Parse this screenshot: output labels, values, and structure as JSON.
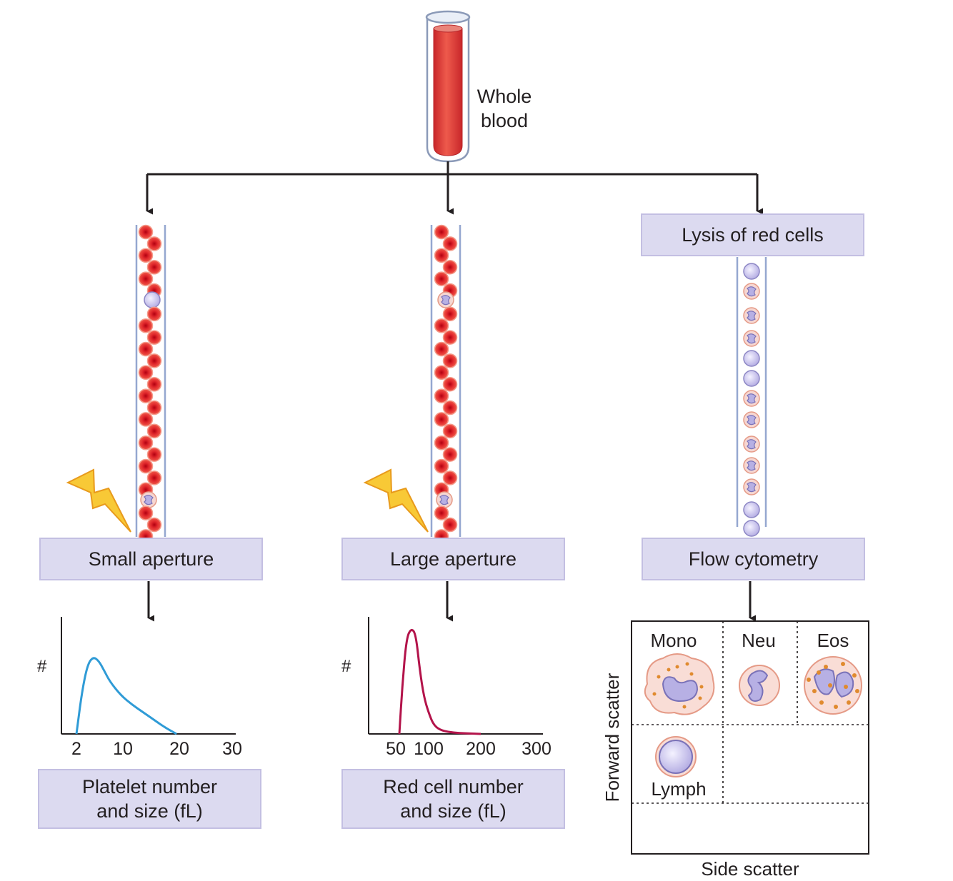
{
  "source_label": "Whole\nblood",
  "source_line1": "Whole",
  "source_line2": "blood",
  "branches": [
    {
      "process": "Small aperture",
      "output_line1": "Platelet number",
      "output_line2": "and size (fL)",
      "axis_symbol": "#",
      "x_ticks": [
        "2",
        "10",
        "20",
        "30"
      ]
    },
    {
      "process": "Large aperture",
      "output_line1": "Red cell number",
      "output_line2": "and size (fL)",
      "axis_symbol": "#",
      "x_ticks": [
        "50",
        "100",
        "200",
        "300"
      ]
    },
    {
      "pre_step": "Lysis of red cells",
      "process": "Flow cytometry",
      "scatter_x_label": "Side scatter",
      "scatter_y_label": "Forward scatter",
      "populations": [
        "Mono",
        "Neu",
        "Eos",
        "Lymph"
      ]
    }
  ],
  "colors": {
    "box_fill": "#dcdaf0",
    "red_cell": "#e0262b",
    "platelet_curve": "#2f9bd6",
    "red_cell_curve": "#b3134a",
    "white_cell": "#cfcaf0",
    "lightning": "#f7c531"
  },
  "chart_data": [
    {
      "type": "line",
      "title": "",
      "xlabel": "Platelet number and size (fL)",
      "ylabel": "#",
      "xlim": [
        0,
        30
      ],
      "x_ticks": [
        2,
        10,
        20,
        30
      ],
      "series": [
        {
          "x": [
            2,
            3,
            4,
            5,
            6,
            7,
            8,
            10,
            12,
            14,
            16,
            18,
            20
          ],
          "y": [
            0,
            0.55,
            0.9,
            1.0,
            0.95,
            0.82,
            0.68,
            0.5,
            0.38,
            0.28,
            0.18,
            0.08,
            0
          ]
        }
      ]
    },
    {
      "type": "line",
      "title": "",
      "xlabel": "Red cell number and size (fL)",
      "ylabel": "#",
      "xlim": [
        0,
        300
      ],
      "x_ticks": [
        50,
        100,
        200,
        300
      ],
      "series": [
        {
          "x": [
            50,
            55,
            62,
            70,
            78,
            85,
            92,
            100,
            110,
            125,
            150,
            200
          ],
          "y": [
            0,
            0.45,
            0.9,
            1.0,
            0.95,
            0.6,
            0.35,
            0.2,
            0.08,
            0.03,
            0.01,
            0
          ]
        }
      ]
    }
  ]
}
